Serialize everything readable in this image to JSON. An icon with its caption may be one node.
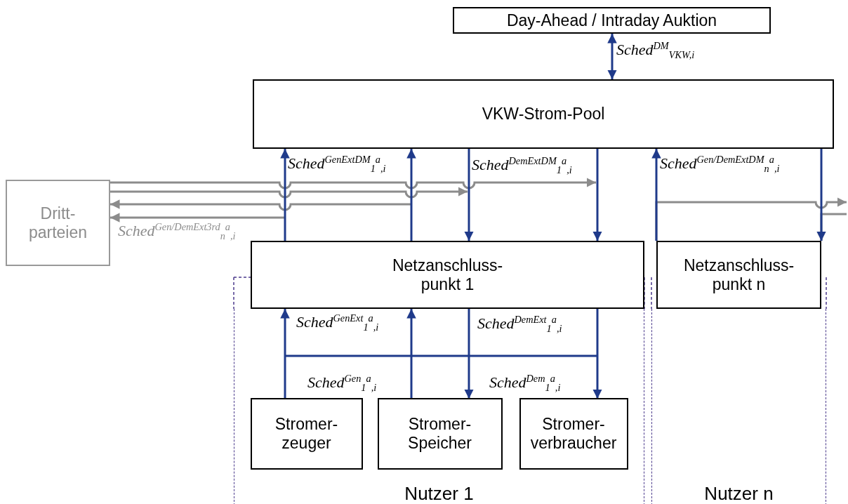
{
  "diagram": {
    "nodes": [
      {
        "text": [
          "Day-Ahead / Intraday Auktion"
        ]
      },
      {
        "text": [
          "VKW-Strom-Pool"
        ]
      },
      {
        "text": [
          "Dritt- parteien"
        ]
      },
      {
        "text": [
          "Netzanschluss- punkt 1"
        ]
      },
      {
        "text": [
          "Netzanschluss- punkt n"
        ]
      },
      {
        "text": [
          "Nutzer 1"
        ]
      },
      {
        "text": [
          "Stromer- zeuger"
        ],
        "in": 5
      },
      {
        "text": [
          "Stromer- Speicher"
        ],
        "in": 5
      },
      {
        "text": [
          "Stromer- verbraucher"
        ],
        "in": 5
      },
      {
        "text": [
          "Nutzer n"
        ]
      }
    ],
    "edges": [
      {
        "from": 1,
        "to": 0,
        "arrow": "both",
        "label": "Sched$^{DM}$$_{VKW,i}$"
      },
      {
        "from": 3,
        "to": 1,
        "arrow": "to",
        "label": "Sched$^{GenExtDM}$$_{1}$$^{a}$$_{,i}$"
      },
      {
        "from": 3,
        "to": 1,
        "arrow": "to"
      },
      {
        "from": 1,
        "to": 3,
        "arrow": "to",
        "label": "Sched$^{DemExtDM}$$_{1}$$^{a}$$_{,i}$"
      },
      {
        "from": 1,
        "to": 3,
        "arrow": "to"
      },
      {
        "from": 4,
        "to": 1,
        "arrow": "to",
        "label": "Sched$^{Gen/DemExtDM}$$_{n}$$^{a}$$_{,i}$"
      },
      {
        "from": 1,
        "to": 4,
        "arrow": "to"
      },
      {
        "from": 2,
        "to": null,
        "arrow": "to",
        "color": "#8c8c8c"
      },
      {
        "from": 2,
        "to": null,
        "arrow": "to",
        "color": "#8c8c8c"
      },
      {
        "from": null,
        "to": 2,
        "arrow": "to",
        "color": "#8c8c8c"
      },
      {
        "from": null,
        "to": 2,
        "arrow": "to",
        "color": "#8c8c8c",
        "label": "Sched$^{Gen/DemExt3rd}$$_{n}$$^{a}$$_{,i}$"
      },
      {
        "from": 4,
        "to": null,
        "arrow": "to",
        "color": "#8c8c8c"
      },
      {
        "from": null,
        "to": 4,
        "arrow": "to",
        "color": "#8c8c8c"
      },
      {
        "from": 6,
        "to": 3,
        "arrow": "to",
        "label": "Sched$^{GenExt}$$_{1}$$^{a}$$_{,i}$"
      },
      {
        "from": 7,
        "to": 3,
        "arrow": "to",
        "label": "Sched$^{Gen}$$_{1}$$^{a}$$_{,i}$"
      },
      {
        "from": 3,
        "to": 7,
        "arrow": "to",
        "label": "Sched$^{DemExt}$$_{1}$$^{a}$$_{,i}$"
      },
      {
        "from": 3,
        "to": 8,
        "arrow": "to",
        "label": "Sched$^{Dem}$$_{1}$$^{a}$$_{,i}$"
      }
    ]
  }
}
